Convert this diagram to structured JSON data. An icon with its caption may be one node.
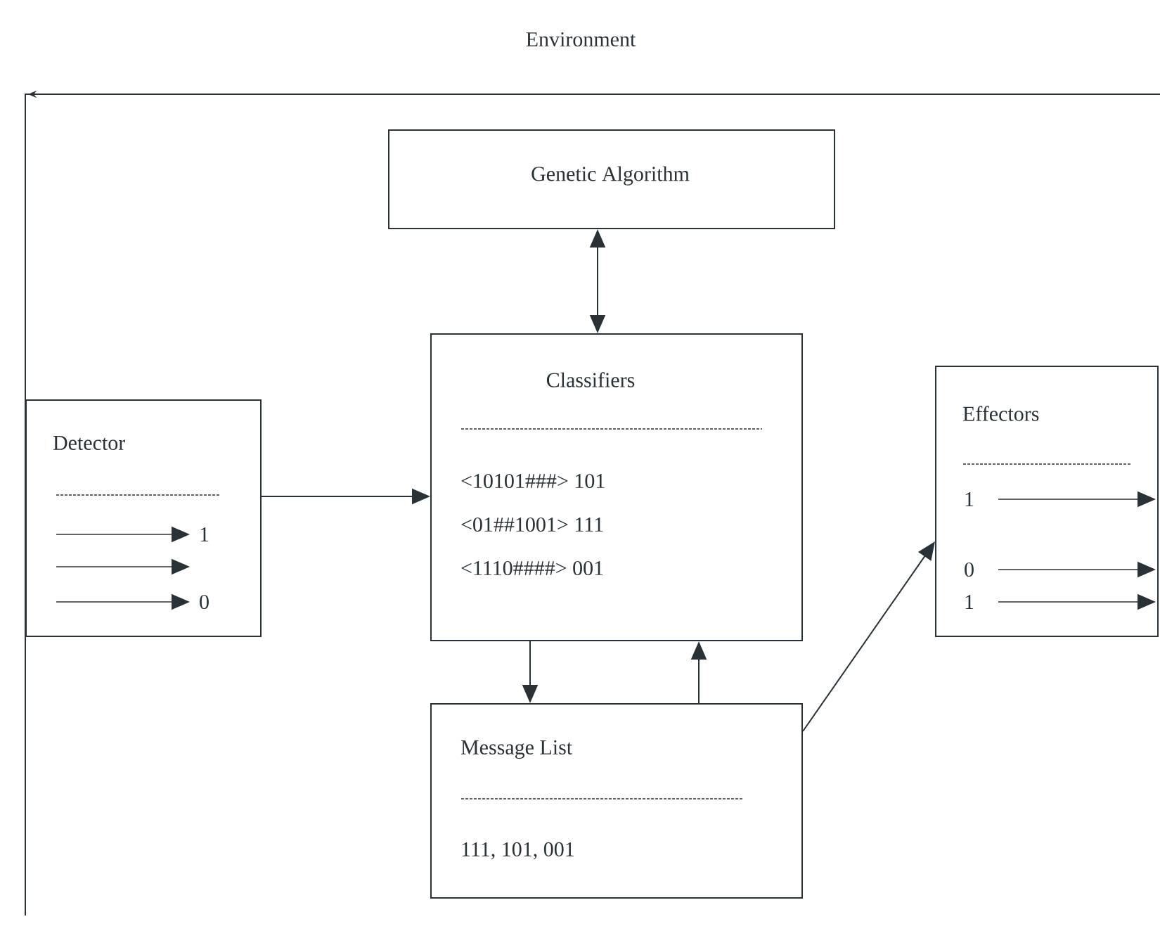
{
  "diagram": {
    "nodes": [
      {
        "text": [
          "Environment"
        ]
      },
      {
        "text": [
          "Genetic Algorithm"
        ],
        "in": 0
      },
      {
        "text": [
          "Classifiers",
          "<10101###> 101",
          "<01##1001> 111",
          "<1110####> 001"
        ],
        "in": 0
      },
      {
        "text": [
          "Detector",
          "1",
          "0"
        ],
        "in": 0
      },
      {
        "text": [
          "Message List",
          "111, 101, 001"
        ],
        "in": 0
      },
      {
        "text": [
          "Effectors",
          "1",
          "0",
          "1"
        ],
        "in": 0
      }
    ],
    "edges": [
      {
        "from": 1,
        "to": 2,
        "arrow": "both"
      },
      {
        "from": 3,
        "to": 2,
        "arrow": "to"
      },
      {
        "from": 2,
        "to": 4,
        "arrow": "to"
      },
      {
        "from": 4,
        "to": 2,
        "arrow": "to"
      },
      {
        "from": 4,
        "to": 5,
        "arrow": "to"
      }
    ]
  }
}
